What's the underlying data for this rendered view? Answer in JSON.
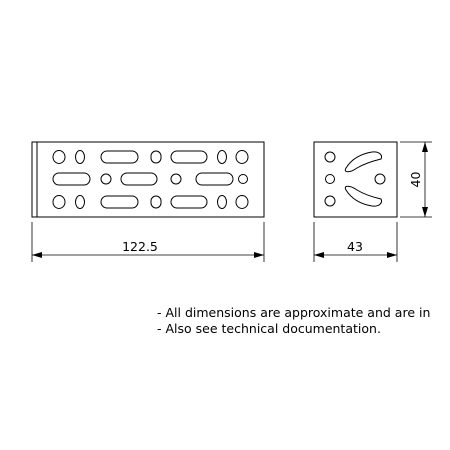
{
  "dimensions": {
    "length": "122.5",
    "width": "43",
    "height": "40"
  },
  "notes": [
    "- All dimensions are approximate and are in",
    "- Also see technical documentation."
  ],
  "colors": {
    "line": "#000000",
    "background": "#ffffff"
  }
}
